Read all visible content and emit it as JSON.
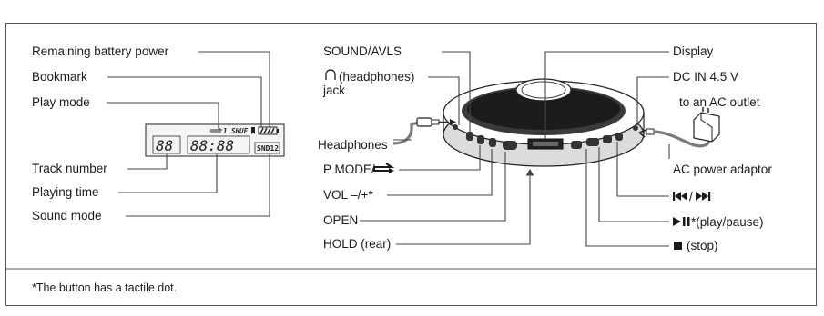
{
  "labels": {
    "remaining_battery": "Remaining battery power",
    "bookmark": "Bookmark",
    "play_mode": "Play mode",
    "track_number": "Track number",
    "playing_time": "Playing time",
    "sound_mode": "Sound mode",
    "sound_avls": "SOUND/AVLS",
    "headphones_jack_line1": "(headphones)",
    "headphones_jack_line2": "jack",
    "headphones": "Headphones",
    "p_mode": "P MODE/",
    "vol": "VOL –/+*",
    "open": "OPEN",
    "hold": "HOLD (rear)",
    "display": "Display",
    "dc_in": "DC IN 4.5 V",
    "ac_outlet": "to an AC outlet",
    "ac_adaptor": "AC power adaptor",
    "skip_suffix": "/",
    "play_pause": "*(play/pause)",
    "stop": "(stop)"
  },
  "lcd": {
    "track_digits": "88",
    "time_digits": "88:88",
    "shuffle": "1 SHUF",
    "sound_mode": "SND12"
  },
  "icons": {
    "headphones": "headphones-icon",
    "repeat": "repeat-icon",
    "prev_next": "prev-next-icon",
    "play_pause": "play-pause-icon",
    "stop": "stop-icon"
  },
  "footnote": "*The button has a tactile dot."
}
